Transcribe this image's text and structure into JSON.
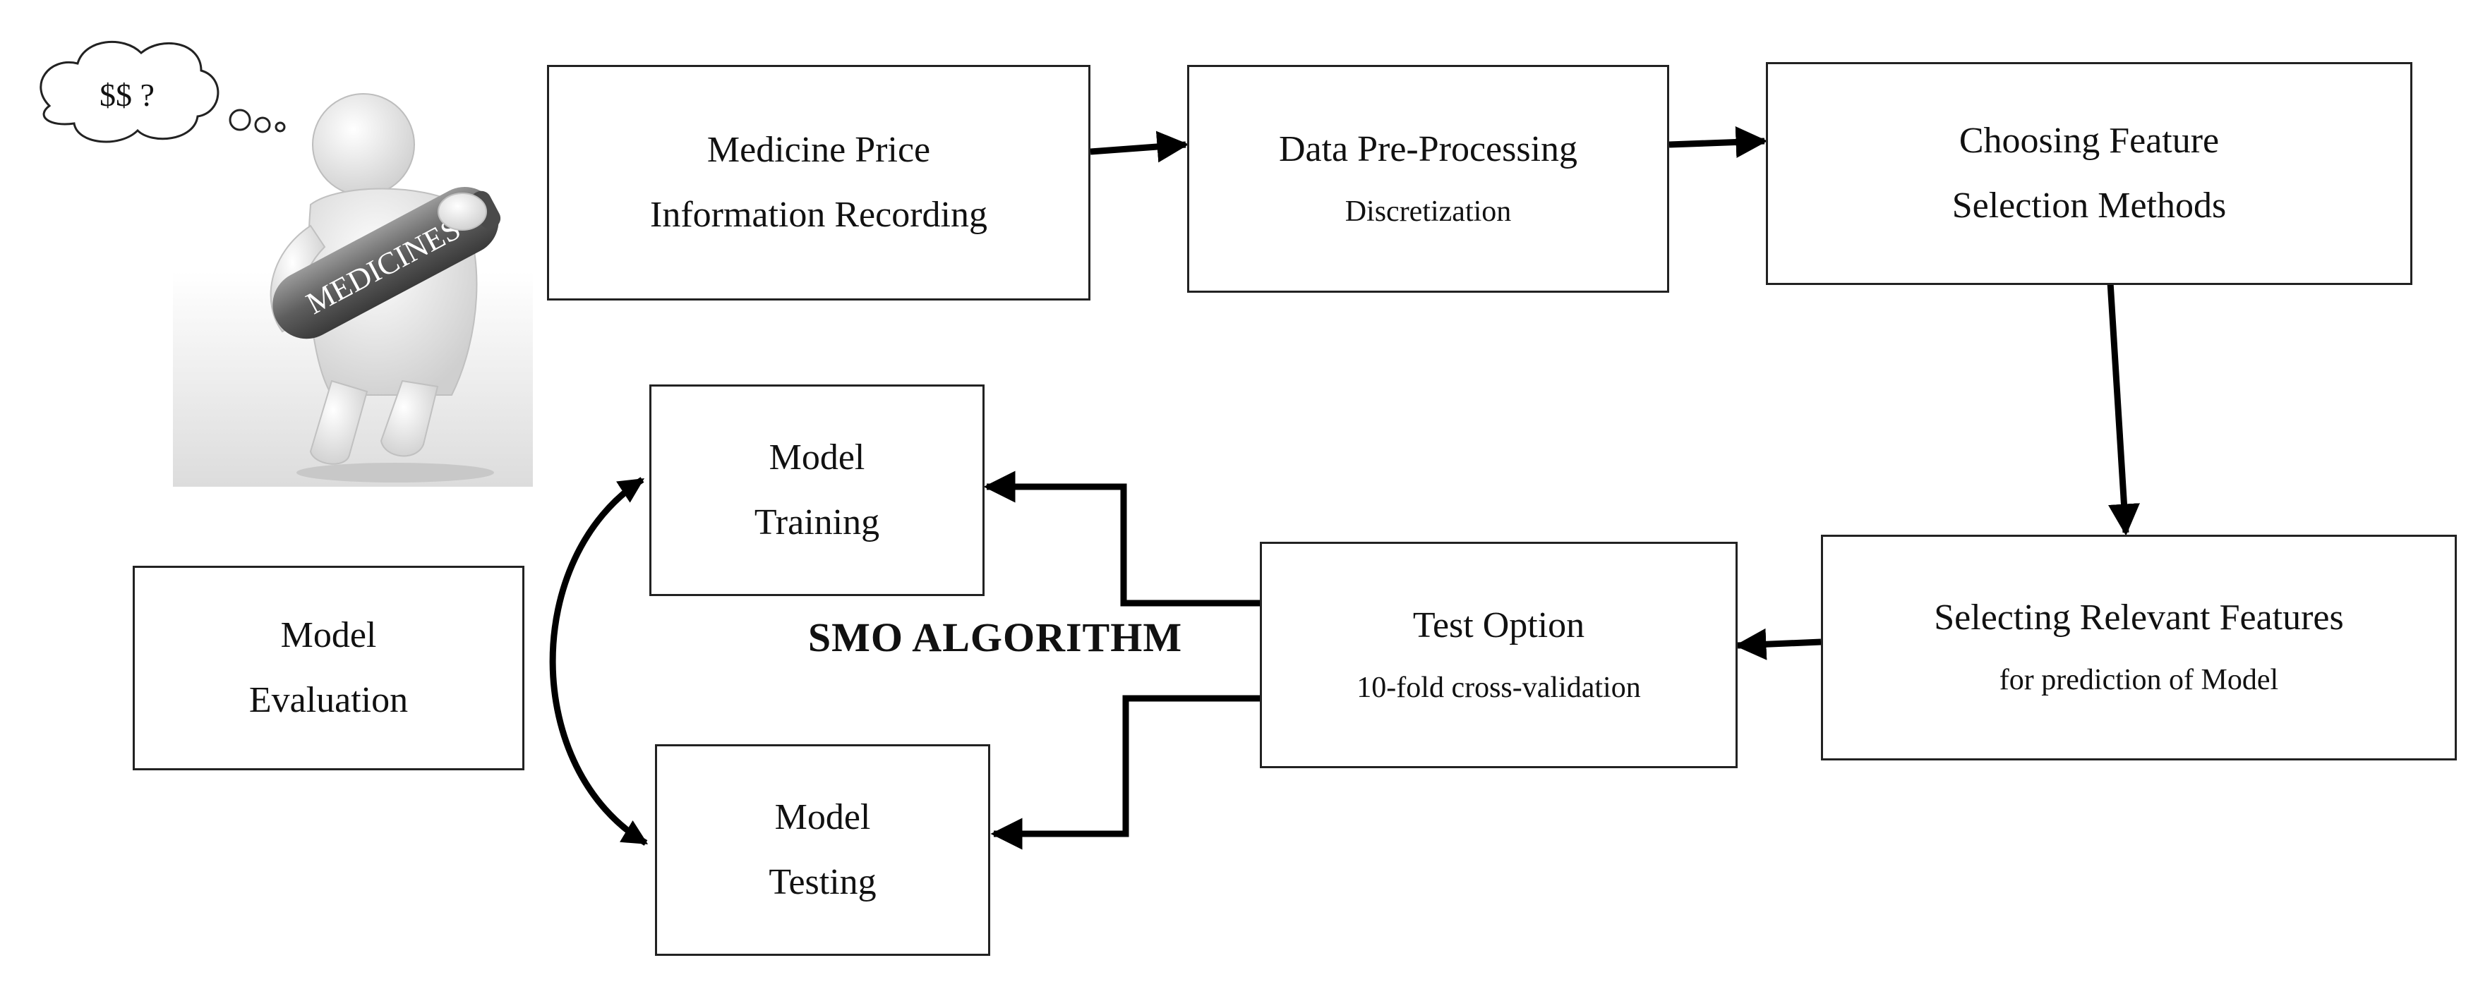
{
  "diagram": {
    "steps": {
      "recording": {
        "line1": "Medicine Price",
        "line2": "Information Recording"
      },
      "preprocessing": {
        "title": "Data Pre-Processing",
        "subtitle": "Discretization"
      },
      "feature_methods": {
        "line1": "Choosing Feature",
        "line2": "Selection Methods"
      },
      "relevant_features": {
        "title": "Selecting Relevant Features",
        "subtitle": "for prediction of Model"
      },
      "test_option": {
        "title": "Test Option",
        "subtitle": "10-fold cross-validation"
      },
      "training": {
        "line1": "Model",
        "line2": "Training"
      },
      "testing": {
        "line1": "Model",
        "line2": "Testing"
      },
      "evaluation": {
        "line1": "Model",
        "line2": "Evaluation"
      }
    },
    "algorithm_label": "SMO ALGORITHM",
    "illustration": {
      "bubble_text": "$$ ?",
      "capsule_text": "MEDICINES"
    }
  },
  "colors": {
    "stroke": "#222222",
    "arrow": "#000000",
    "background": "#ffffff"
  }
}
